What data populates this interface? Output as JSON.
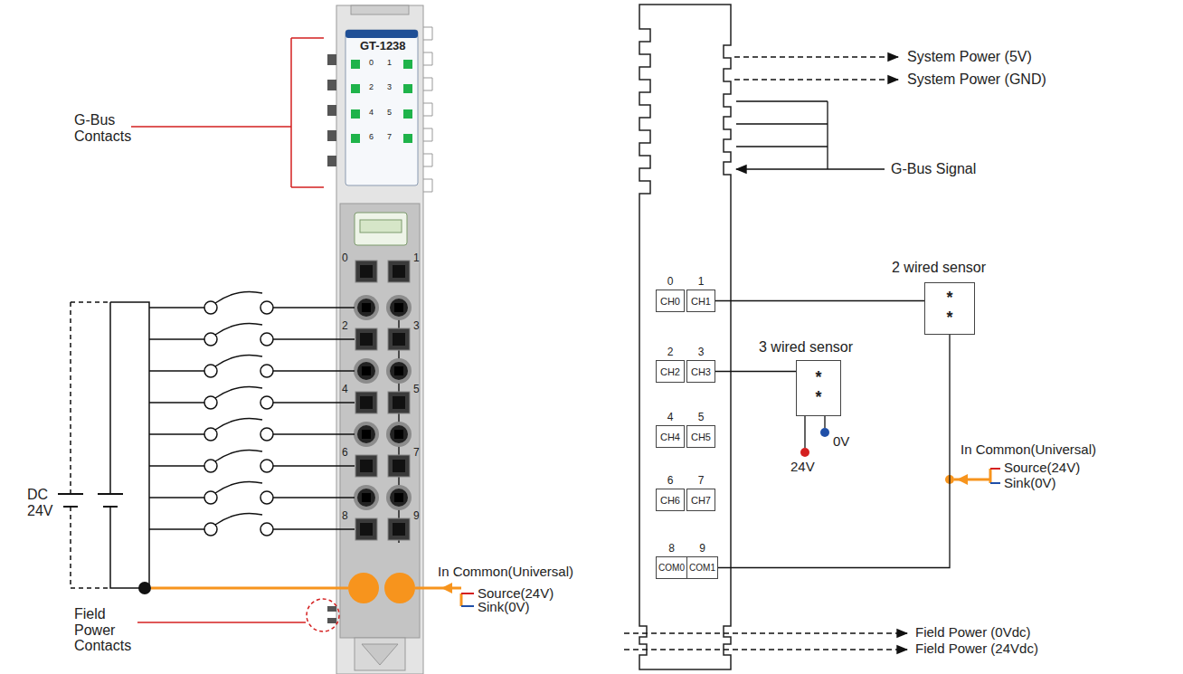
{
  "diagram": {
    "nodes": [
      {
        "text": [
          "0",
          "CH0"
        ]
      },
      {
        "text": [
          "1",
          "CH1"
        ]
      },
      {
        "text": [
          "2",
          "CH2"
        ]
      },
      {
        "text": [
          "3",
          "CH3"
        ]
      },
      {
        "text": [
          "4",
          "CH4"
        ]
      },
      {
        "text": [
          "5",
          "CH5"
        ]
      },
      {
        "text": [
          "6",
          "CH6"
        ]
      },
      {
        "text": [
          "7",
          "CH7"
        ]
      },
      {
        "text": [
          "8",
          "COM0"
        ]
      },
      {
        "text": [
          "9",
          "COM1"
        ]
      },
      {
        "text": [
          "2 wired sensor",
          "* *"
        ]
      },
      {
        "text": [
          "3 wired sensor",
          "* *"
        ]
      }
    ],
    "edges": [
      {
        "from": 1,
        "to": 10,
        "arrow": "none"
      },
      {
        "from": 9,
        "to": 10,
        "arrow": "none"
      },
      {
        "from": 3,
        "to": 11,
        "arrow": "none"
      }
    ],
    "labels": [
      "GT-1238",
      "0",
      "1",
      "2",
      "3",
      "4",
      "5",
      "6",
      "7",
      "G-Bus Contacts",
      "0",
      "1",
      "2",
      "3",
      "4",
      "5",
      "6",
      "7",
      "8",
      "9",
      "DC 24V",
      "In Common(Universal)",
      "Source(24V)",
      "Sink(0V)",
      "Field Power Contacts",
      "System Power (5V)",
      "System Power (GND)",
      "G-Bus Signal",
      "In Common(Universal)",
      "Source(24V)",
      "Sink(0V)",
      "0V",
      "24V",
      "Field Power (0Vdc)",
      "Field Power (24Vdc)"
    ]
  }
}
